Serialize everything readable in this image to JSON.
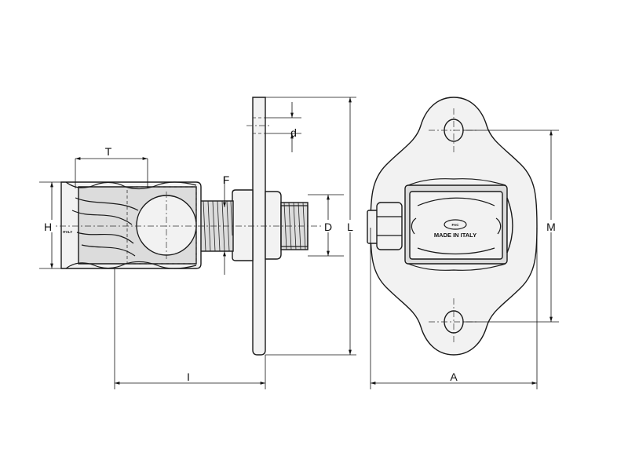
{
  "dimensions": {
    "T": "T",
    "F": "F",
    "H": "H",
    "D": "D",
    "L": "L",
    "d": "d",
    "I": "I",
    "M": "M",
    "A": "A"
  },
  "marking": {
    "brand": "FAC",
    "origin": "MADE IN ITALY",
    "side_mark": "ITALY"
  }
}
